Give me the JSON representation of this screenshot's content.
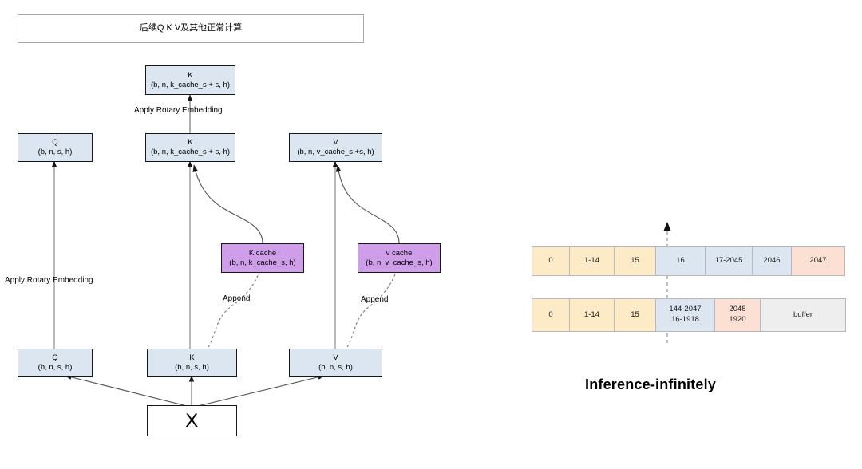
{
  "diagram": {
    "header_box": {
      "label": "后续Q K V及其他正常计算"
    },
    "nodes": {
      "k_top": {
        "title": "K",
        "shape": "(b, n, k_cache_s + s, h)"
      },
      "q_mid": {
        "title": "Q",
        "shape": "(b, n, s, h)"
      },
      "k_mid": {
        "title": "K",
        "shape": "(b, n, k_cache_s + s, h)"
      },
      "v_mid": {
        "title": "V",
        "shape": "(b, n, v_cache_s +s, h)"
      },
      "k_cache": {
        "title": "K cache",
        "shape": "(b, n, k_cache_s, h)"
      },
      "v_cache": {
        "title": "v cache",
        "shape": "(b, n, v_cache_s, h)"
      },
      "q_bot": {
        "title": "Q",
        "shape": "(b, n, s, h)"
      },
      "k_bot": {
        "title": "K",
        "shape": "(b, n, s, h)"
      },
      "v_bot": {
        "title": "V",
        "shape": "(b, n, s, h)"
      },
      "x_input": {
        "title": "X"
      }
    },
    "edge_labels": {
      "rope_top": "Apply Rotary Embedding",
      "rope_left": "Apply Rotary Embedding",
      "append_k": "Append",
      "append_v": "Append"
    }
  },
  "sequence_panel": {
    "caption": "Inference-infinitely",
    "rows": [
      {
        "name": "row-original",
        "cells": [
          {
            "text": "0",
            "sub": "",
            "color": "c-yellow",
            "width": 48
          },
          {
            "text": "1-14",
            "sub": "",
            "color": "c-yellow",
            "width": 57
          },
          {
            "text": "15",
            "sub": "",
            "color": "c-yellow",
            "width": 53
          },
          {
            "text": "16",
            "sub": "",
            "color": "c-blue",
            "width": 63
          },
          {
            "text": "17-2045",
            "sub": "",
            "color": "c-blue",
            "width": 60
          },
          {
            "text": "2046",
            "sub": "",
            "color": "c-blue",
            "width": 50
          },
          {
            "text": "2047",
            "sub": "",
            "color": "c-pink",
            "width": 68
          }
        ]
      },
      {
        "name": "row-remapped",
        "cells": [
          {
            "text": "0",
            "sub": "",
            "color": "c-yellow",
            "width": 48
          },
          {
            "text": "1-14",
            "sub": "",
            "color": "c-yellow",
            "width": 57
          },
          {
            "text": "15",
            "sub": "",
            "color": "c-yellow",
            "width": 53
          },
          {
            "text": "144-2047",
            "sub": "16-1918",
            "color": "c-blue",
            "width": 75
          },
          {
            "text": "2048",
            "sub": "1920",
            "color": "c-pink",
            "width": 58
          },
          {
            "text": "buffer",
            "sub": "",
            "color": "c-grey",
            "width": 108
          }
        ]
      }
    ]
  },
  "colors": {
    "yellow": "#fdebc8",
    "blue": "#dce6f1",
    "pink": "#fbe0d3",
    "grey": "#eeeeee",
    "purple": "#cf9ee8",
    "node_border": "#16161d",
    "cell_border": "#b8b8b8",
    "edge": "#555555"
  }
}
